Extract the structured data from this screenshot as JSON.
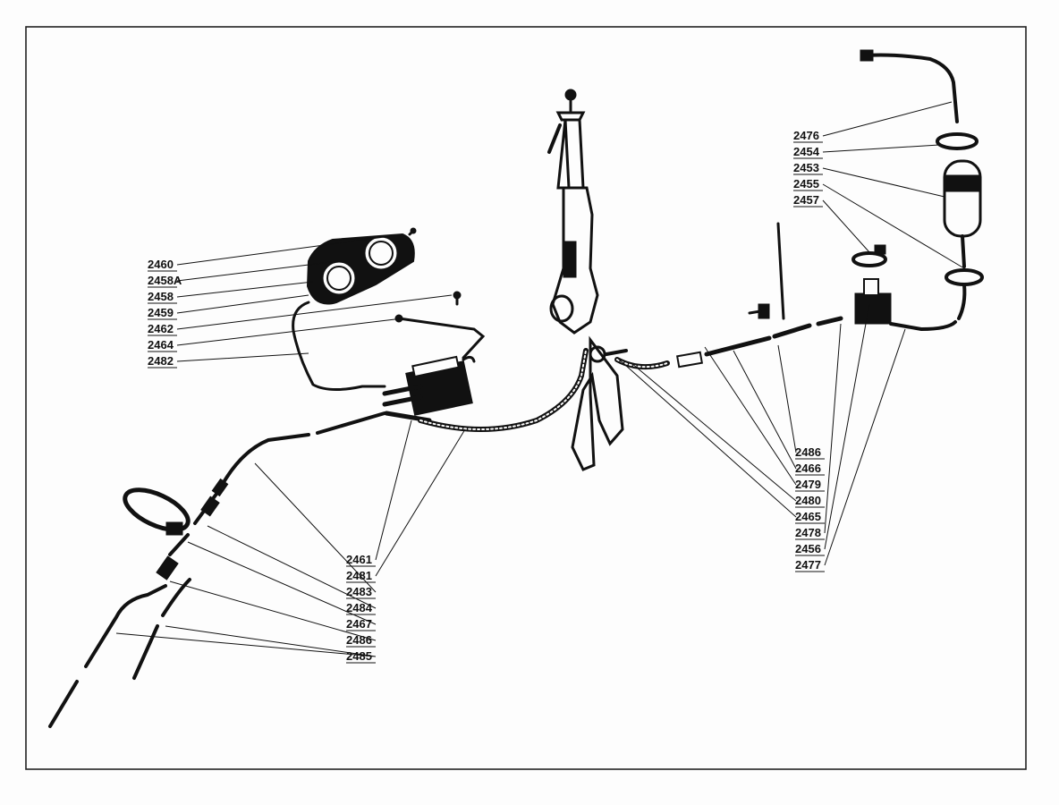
{
  "diagram": {
    "left_labels": [
      "2460",
      "2458A",
      "2458",
      "2459",
      "2462",
      "2464",
      "2482"
    ],
    "right_top_labels": [
      "2476",
      "2454",
      "2453",
      "2455",
      "2457"
    ],
    "center_labels": [
      "2461",
      "2481",
      "2483",
      "2484",
      "2467",
      "2486",
      "2485"
    ],
    "right_labels": [
      "2486",
      "2466",
      "2479",
      "2480",
      "2465",
      "2478",
      "2456",
      "2477"
    ]
  },
  "colors": {
    "ink": "#111111",
    "paper": "#fdfdfd"
  }
}
